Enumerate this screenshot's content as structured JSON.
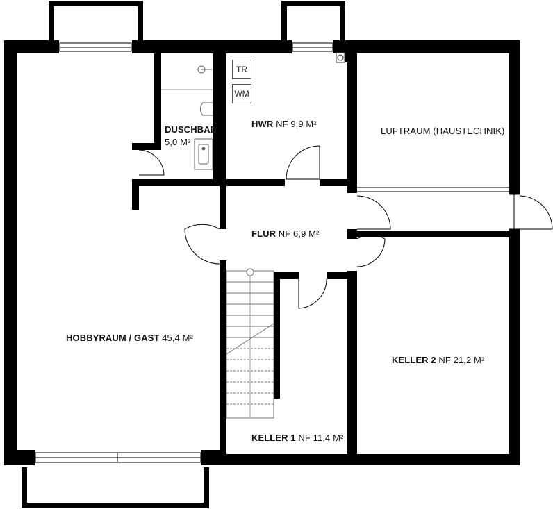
{
  "rooms": [
    {
      "key": "hobbyraum",
      "name": "HOBBYRAUM / GAST",
      "prefix": "",
      "area": "45,4 M²"
    },
    {
      "key": "duschbad",
      "name": "DUSCHBAD",
      "prefix": "",
      "area": "5,0 M²"
    },
    {
      "key": "hwr",
      "name": "HWR",
      "prefix": "NF",
      "area": "9,9 M²"
    },
    {
      "key": "luftraum",
      "name": "LUFTRAUM (HAUSTECHNIK)",
      "prefix": "",
      "area": ""
    },
    {
      "key": "flur",
      "name": "FLUR",
      "prefix": "NF",
      "area": "6,9 M²"
    },
    {
      "key": "keller1",
      "name": "KELLER 1",
      "prefix": "NF",
      "area": "11,4 M²"
    },
    {
      "key": "keller2",
      "name": "KELLER 2",
      "prefix": "NF",
      "area": "21,2 M²"
    }
  ],
  "fixtures": {
    "tr": "TR",
    "wm": "WM"
  }
}
